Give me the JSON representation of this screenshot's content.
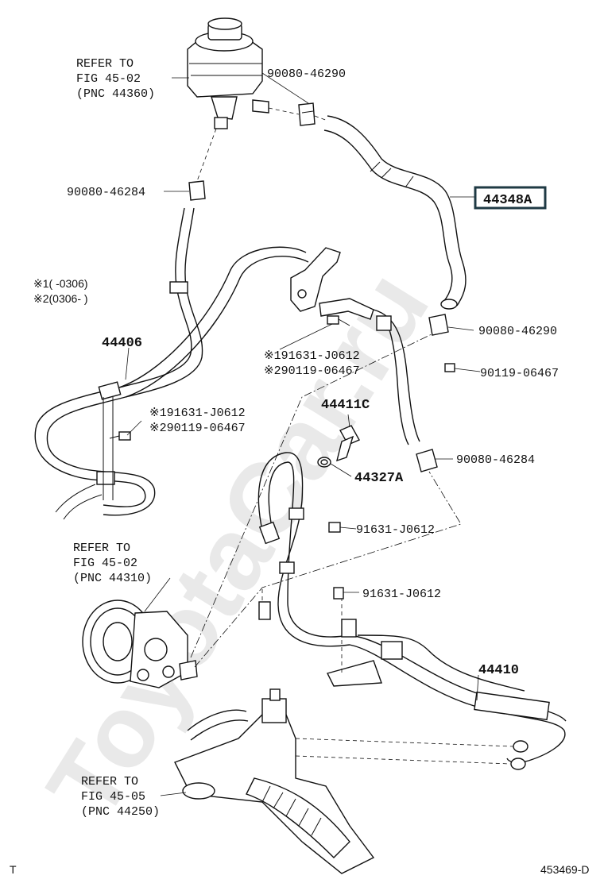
{
  "watermark": "ToyotaCar.ru",
  "highlighted_part": "44348A",
  "labels": {
    "refer_reservoir": [
      "REFER TO",
      "FIG 45-02",
      "(PNC 44360)"
    ],
    "refer_pump": [
      "REFER TO",
      "FIG 45-02",
      "(PNC 44310)"
    ],
    "refer_gear": [
      "REFER TO",
      "FIG 45-05",
      "(PNC 44250)"
    ],
    "clamp_top": "90080-46290",
    "clamp_upper_left": "90080-46284",
    "note_1": "※1(     -0306)",
    "note_2": "※2(0306-     )",
    "hose_44406": "44406",
    "bolt_mid_1": "※191631-J0612",
    "bolt_mid_2": "※290119-06467",
    "bolt_left_1": "※191631-J0612",
    "bolt_left_2": "※290119-06467",
    "clamp_right_upper": "90080-46290",
    "bolt_right": "90119-06467",
    "union_44411c": "44411C",
    "gasket_44327a": "44327A",
    "clamp_right_lower": "90080-46284",
    "bolt_mid_a": "91631-J0612",
    "bolt_mid_b": "91631-J0612",
    "tube_44410": "44410"
  },
  "footer": {
    "left_code": "T",
    "diagram_id": "453469-D"
  }
}
